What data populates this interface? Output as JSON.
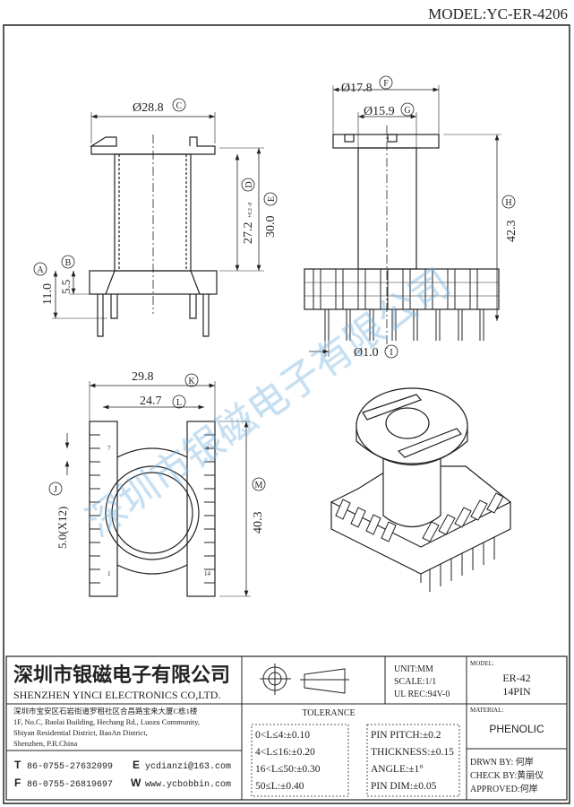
{
  "header": {
    "model_title": "MODEL:YC-ER-4206"
  },
  "dimensions": {
    "c": "Ø28.8",
    "c_tag": "C",
    "d": "27.2",
    "d_tol": "+0.2 -0",
    "d_tag": "D",
    "e": "30.0",
    "e_tag": "E",
    "a": "11.0",
    "a_tag": "A",
    "b": "5.5",
    "b_tag": "B",
    "f": "Ø17.8",
    "f_tag": "F",
    "g": "Ø15.9",
    "g_tag": "G",
    "h": "42.3",
    "h_tag": "H",
    "i": "Ø1.0",
    "i_tag": "I",
    "k": "29.8",
    "k_tag": "K",
    "l": "24.7",
    "l_tag": "L",
    "m": "40.3",
    "m_tag": "M",
    "j": "5.0(X12)",
    "j_tag": "J",
    "pin_labels": [
      "7",
      "8",
      "1",
      "14"
    ]
  },
  "watermark": "深圳市银磁电子有限公司",
  "title_block": {
    "company_cn": "深圳市银磁电子有限公司",
    "company_en": "SHENZHEN YINCI ELECTRONICS CO,LTD.",
    "unit": "UNIT:MM",
    "scale": "SCALE:1/1",
    "ul": "UL REC:94V-0",
    "model_label": "MODEL:",
    "model": "ER-42",
    "pins": "14PIN",
    "address_cn": "深圳市宝安区石岩街道罗租社区合昌路宝来大厦C栋1楼",
    "address_en": [
      "1F, No.C, Baolai Building, Hechang Rd., Luozu Community,",
      "Shiyan Residential District, BaoAn District,",
      "Shenzhen, P.R.China"
    ],
    "tolerance_title": "TOLERANCE",
    "tolerance_left": [
      "0<L≤4:±0.10",
      "4<L≤16:±0.20",
      "16<L≤50:±0.30",
      "50≤L:±0.40"
    ],
    "tolerance_right": [
      "PIN PITCH:±0.2",
      "THICKNESS:±0.15",
      "ANGLE:±1°",
      "PIN DIM:±0.05"
    ],
    "material_label": "MATERIAL:",
    "material": "PHENOLIC",
    "phone_label": "T",
    "phone": "86-0755-27632099",
    "fax_label": "F",
    "fax": "86-0755-26819697",
    "email_label": "E",
    "email": "ycdianzi@163.com",
    "web_label": "W",
    "web": "www.ycbobbin.com",
    "drawn_by": "DRWN BY: 何岸",
    "check_by": "CHECK BY:黄丽仪",
    "approved": "APPROVED:何岸"
  }
}
